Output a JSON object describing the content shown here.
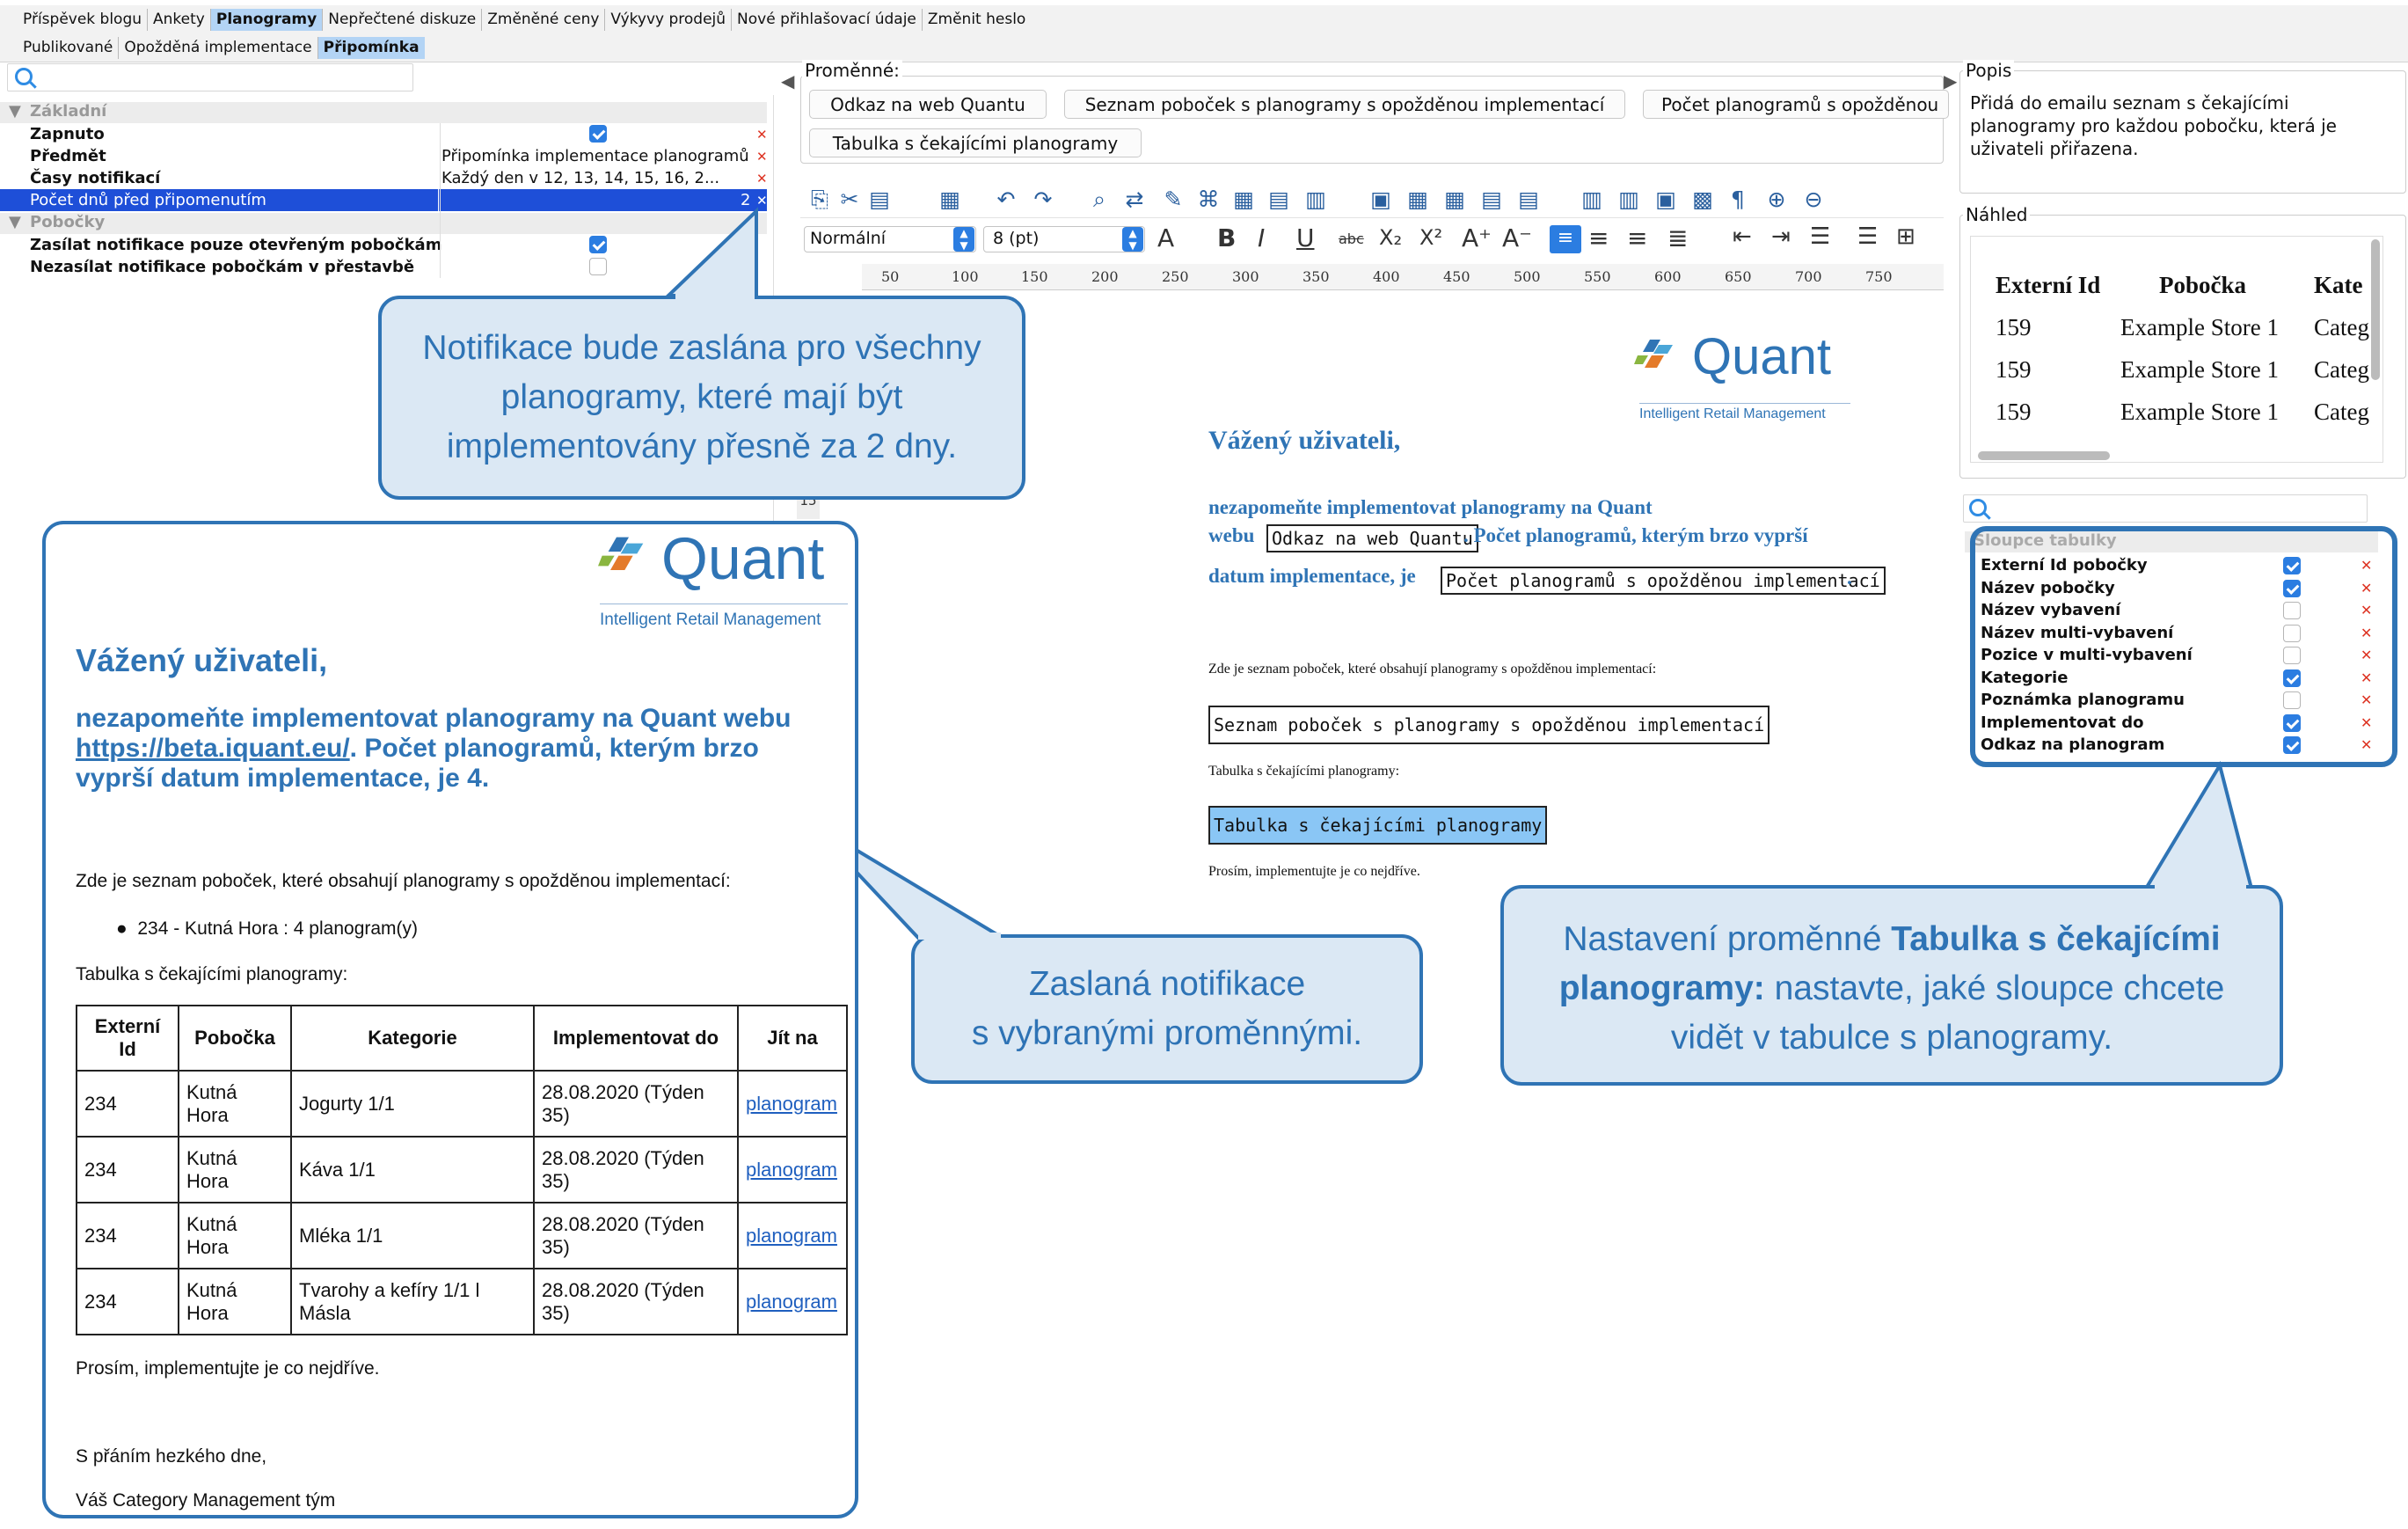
{
  "tabs_row1": [
    "Příspěvek blogu",
    "Ankety",
    "Planogramy",
    "Nepřečtené diskuze",
    "Změněné ceny",
    "Výkyvy prodejů",
    "Nové přihlašovací údaje",
    "Změnit heslo"
  ],
  "tabs_row2": [
    "Publikované",
    "Opožděná implementace",
    "Připomínka"
  ],
  "props": {
    "section_basic": "Základní",
    "rows": [
      {
        "label": "Zapnuto",
        "value": ""
      },
      {
        "label": "Předmět",
        "value": "Připomínka implementace planogramů"
      },
      {
        "label": "Časy notifikací",
        "value": "Každý den v 12, 13, 14, 15, 16, 2..."
      },
      {
        "label": "Počet dnů před připomenutím",
        "value": "2"
      }
    ],
    "section_branches": "Pobočky",
    "rows2": [
      {
        "label": "Zasílat notifikace pouze otevřeným pobočkám"
      },
      {
        "label": "Nezasílat notifikace pobočkám v přestavbě"
      }
    ]
  },
  "variables": {
    "title": "Proměnné:",
    "buttons": [
      "Odkaz na web Quantu",
      "Seznam poboček s planogramy s opožděnou implementací",
      "Počet planogramů s opožděnou",
      "Tabulka s čekajícími planogramy"
    ]
  },
  "toolbar": {
    "style": "Normální",
    "size": "8 (pt)"
  },
  "ruler": [
    "50",
    "100",
    "150",
    "200",
    "250",
    "300",
    "350",
    "400",
    "450",
    "500",
    "550",
    "600",
    "650",
    "700",
    "750"
  ],
  "editor": {
    "logo": "Quant",
    "logo_sub": "Intelligent Retail Management",
    "greeting": "Vážený uživateli,",
    "line1": "nezapomeňte implementovat planogramy na Quant",
    "line2a": "webu",
    "var1": "Odkaz na web Quantu",
    "line2b": ". Počet planogramů, kterým brzo vyprší",
    "line3a": "datum implementace, je",
    "var2": "Počet planogramů s opožděnou implementací",
    "line3b": ".",
    "p1": "Zde je seznam poboček, které obsahují planogramy s opožděnou implementací:",
    "var3": "Seznam poboček s planogramy s opožděnou implementací",
    "p2": "Tabulka s čekajícími planogramy:",
    "var4": "Tabulka s čekajícími planogramy",
    "p3": "Prosím, implementujte je co nejdříve.",
    "ruler_side": "15"
  },
  "description": {
    "title": "Popis",
    "text": "Přidá do emailu seznam s čekajícími planogramy pro každou pobočku, která je uživateli přiřazena."
  },
  "preview": {
    "title": "Náhled",
    "headers": [
      "Externí Id",
      "Pobočka",
      "Kate"
    ],
    "rows": [
      [
        "159",
        "Example Store 1",
        "Categ"
      ],
      [
        "159",
        "Example Store 1",
        "Categ"
      ],
      [
        "159",
        "Example Store 1",
        "Categ"
      ]
    ]
  },
  "columns": {
    "title": "Sloupce tabulky",
    "items": [
      {
        "name": "Externí Id pobočky",
        "checked": true
      },
      {
        "name": "Název pobočky",
        "checked": true
      },
      {
        "name": "Název vybavení",
        "checked": false
      },
      {
        "name": "Název multi-vybavení",
        "checked": false
      },
      {
        "name": "Pozice v multi-vybavení",
        "checked": false
      },
      {
        "name": "Kategorie",
        "checked": true
      },
      {
        "name": "Poznámka planogramu",
        "checked": false
      },
      {
        "name": "Implementovat do",
        "checked": true
      },
      {
        "name": "Odkaz na planogram",
        "checked": true
      }
    ]
  },
  "callouts": {
    "c1": "Notifikace bude zaslána pro všechny planogramy, které mají být implementovány přesně za 2 dny.",
    "c2_l1": "Zaslaná notifikace",
    "c2_l2": "s vybranými proměnnými.",
    "c3_a": "Nastavení proměnné ",
    "c3_b": "Tabulka s čekajícími planogramy:",
    "c3_c": " nastavte, jaké sloupce chcete vidět v tabulce s planogramy."
  },
  "email": {
    "logo": "Quant",
    "logo_sub": "Intelligent Retail Management",
    "greeting": "Vážený uživateli,",
    "line1": "nezapomeňte implementovat planogramy na Quant webu",
    "link": "https://beta.iquant.eu/",
    "line2": ". Počet planogramů, kterým brzo",
    "line3": "vyprší datum implementace, je 4.",
    "p1": "Zde je seznam poboček, které obsahují planogramy s opožděnou implementací:",
    "bullet": "234 - Kutná Hora : 4 planogram(y)",
    "p2": "Tabulka s čekajícími planogramy:",
    "headers": [
      "Externí Id",
      "Pobočka",
      "Kategorie",
      "Implementovat do",
      "Jít na"
    ],
    "rows": [
      [
        "234",
        "Kutná Hora",
        "Jogurty 1/1",
        "28.08.2020 (Týden 35)",
        "planogram"
      ],
      [
        "234",
        "Kutná Hora",
        "Káva 1/1",
        "28.08.2020 (Týden 35)",
        "planogram"
      ],
      [
        "234",
        "Kutná Hora",
        "Mléka 1/1",
        "28.08.2020 (Týden 35)",
        "planogram"
      ],
      [
        "234",
        "Kutná Hora",
        "Tvarohy a kefíry 1/1 l Másla",
        "28.08.2020 (Týden 35)",
        "planogram"
      ]
    ],
    "p3": "Prosím, implementujte je co nejdříve.",
    "p4": "S přáním hezkého dne,",
    "p5": "Váš Category Management tým"
  },
  "colors": {
    "accent": "#2f74b5",
    "callout_bg": "#dbe8f4",
    "selection": "#1e4fd8",
    "check": "#2b7de1"
  }
}
